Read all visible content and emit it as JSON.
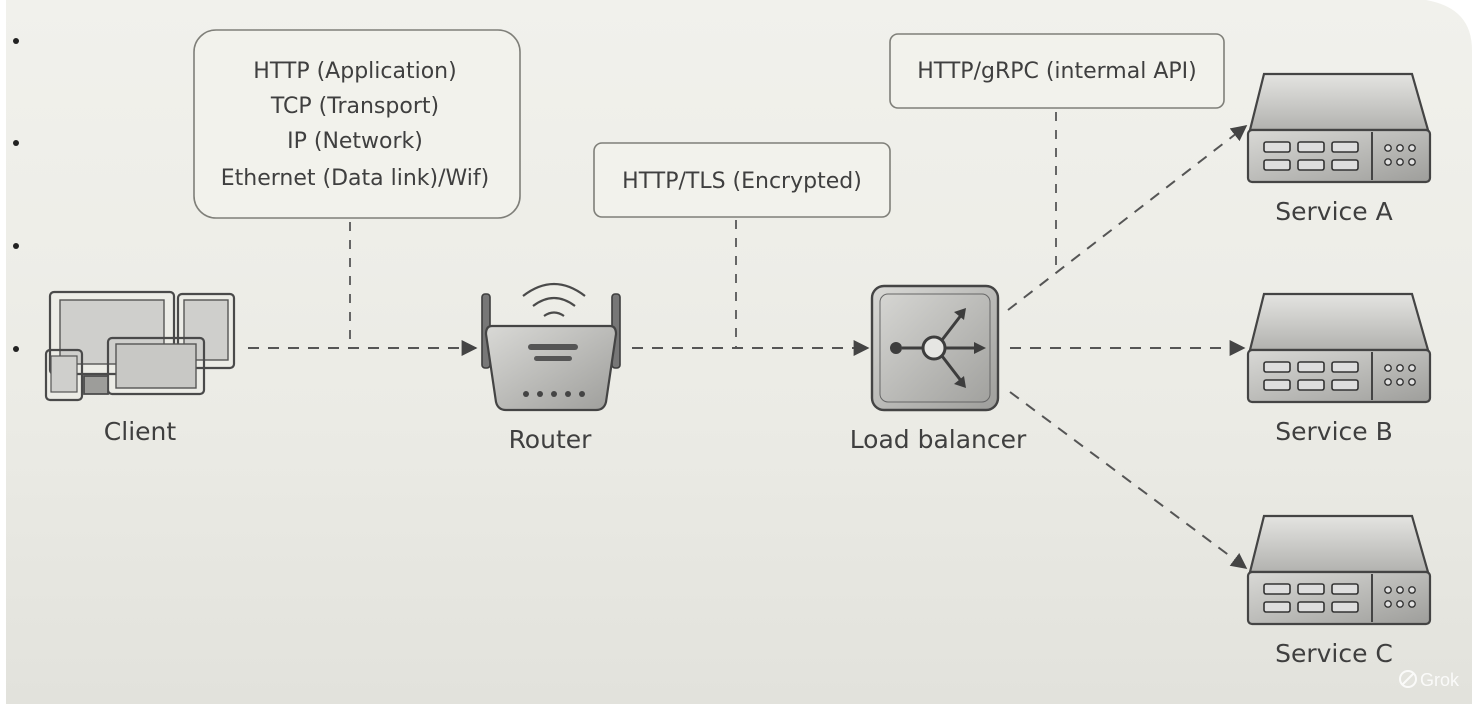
{
  "protocol_stack": {
    "application": "HTTP (Application)",
    "transport": "TCP (Transport)",
    "network": "IP (Network)",
    "datalink": "Ethernet (Data link)/Wif)"
  },
  "tls_label": "HTTP/TLS (Encrypted)",
  "internal_label": "HTTP/gRPC (intermal API)",
  "nodes": {
    "client": "Client",
    "router": "Router",
    "load_balancer": "Load balancer",
    "service_a": "Service A",
    "service_b": "Service B",
    "service_c": "Service C"
  },
  "watermark": "Grok",
  "icons": {
    "client": "client-devices-icon",
    "router": "wifi-router-icon",
    "load_balancer": "load-balancer-icon",
    "service": "server-icon"
  },
  "colors": {
    "paper": "#eeeee8",
    "ink": "#3f3f3f",
    "box": "#f2f2ec"
  }
}
